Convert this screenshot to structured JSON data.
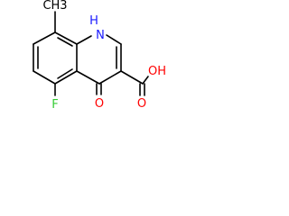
{
  "molecule": {
    "atoms": {
      "methyl": "CH3",
      "nh": "H",
      "n": "N",
      "f": "F",
      "o_keto": "O",
      "oh": "OH",
      "o_acid": "O"
    }
  },
  "colors": {
    "bond": "#000000",
    "carbon": "#000000",
    "nitrogen": "#1a1aff",
    "oxygen": "#ff0000",
    "fluorine": "#33cc33"
  }
}
